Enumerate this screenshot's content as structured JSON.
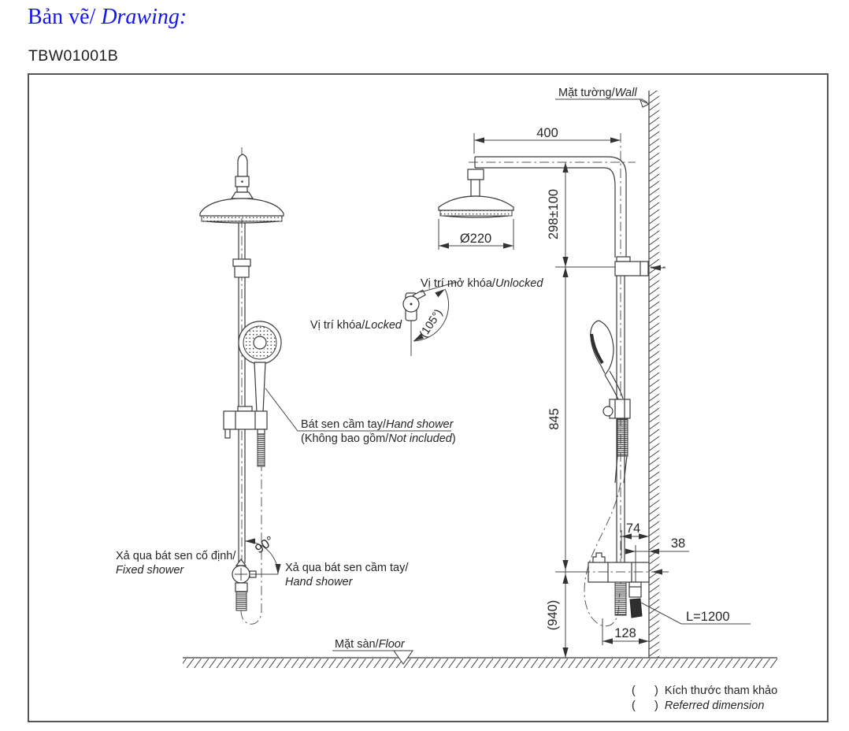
{
  "header": {
    "title_vn": "Bản vẽ/",
    "title_en": " Drawing:",
    "model_code": "TBW01001B"
  },
  "drawing": {
    "labels": {
      "wall_vn": "Mặt tường/",
      "wall_en": "Wall",
      "floor_vn": "Mặt sàn/",
      "floor_en": "Floor",
      "unlocked_vn": "Vị trí mở khóa/",
      "unlocked_en": "Unlocked",
      "locked_vn": "Vị trí khóa/",
      "locked_en": "Locked",
      "unlock_angle": "(105°)",
      "hand_shower_vn": "Bát sen cầm tay/",
      "hand_shower_en": "Hand shower",
      "not_included_vn": "(Không bao gồm/",
      "not_included_en": "Not included",
      "not_included_close": ")",
      "fixed_outlet_vn": "Xả qua bát sen cố định/",
      "fixed_outlet_en": "Fixed shower",
      "hand_outlet_vn": "Xả qua bát sen cầm tay/",
      "hand_outlet_en": "Hand shower",
      "diverter_angle": "90°"
    },
    "dimensions": {
      "arm_length": "400",
      "head_diameter": "Ø220",
      "arm_height": "298±100",
      "bar_length": "845",
      "wall_offset": "74",
      "outlet_offset": "38",
      "mixer_height": "(940)",
      "mixer_width": "128",
      "hose_length": "L=1200"
    },
    "legend": {
      "paren": "(      )",
      "vn": "Kích thước tham khảo",
      "en": "Referred dimension"
    }
  }
}
